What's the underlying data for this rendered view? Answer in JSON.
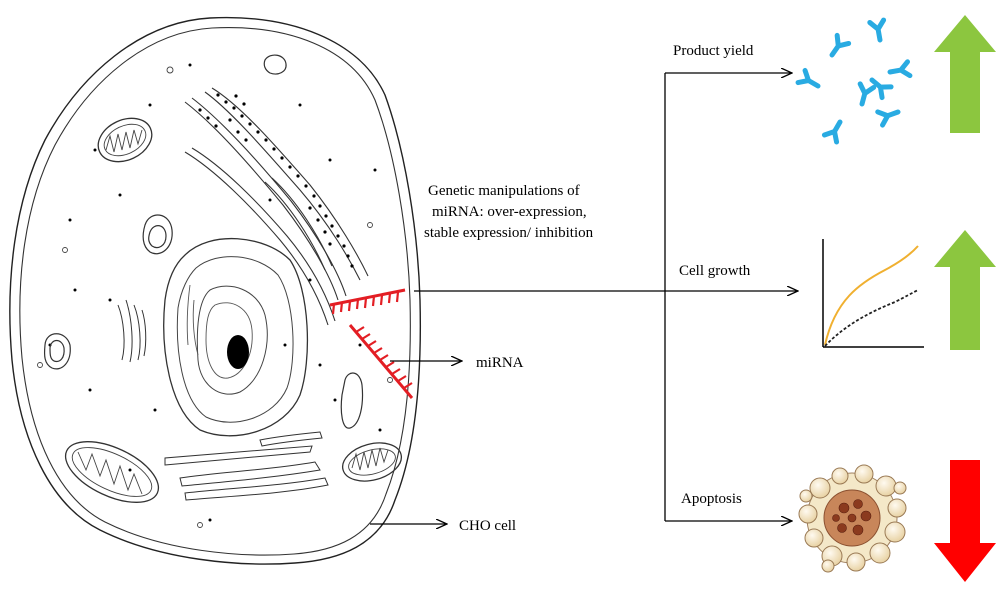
{
  "labels": {
    "manipulation_line1": "Genetic manipulations of",
    "manipulation_line2": "miRNA: over-expression,",
    "manipulation_line3": "stable expression/ inhibition",
    "mirna": "miRNA",
    "cho_cell": "CHO cell",
    "product_yield": "Product yield",
    "cell_growth": "Cell growth",
    "apoptosis": "Apoptosis"
  },
  "outcomes": [
    {
      "label": "Product yield",
      "direction": "up",
      "color": "#8cc63f",
      "icon": "antibody-icon"
    },
    {
      "label": "Cell growth",
      "direction": "up",
      "color": "#8cc63f",
      "icon": "growth-curve-icon"
    },
    {
      "label": "Apoptosis",
      "direction": "down",
      "color": "#ff0000",
      "icon": "apoptotic-cell-icon"
    }
  ],
  "colors": {
    "mirna": "#e31e24",
    "antibody": "#29abe2",
    "up_arrow": "#8cc63f",
    "down_arrow": "#ff0000",
    "growth_curve": "#f0b030",
    "apoptotic_body": "#c8865a"
  }
}
